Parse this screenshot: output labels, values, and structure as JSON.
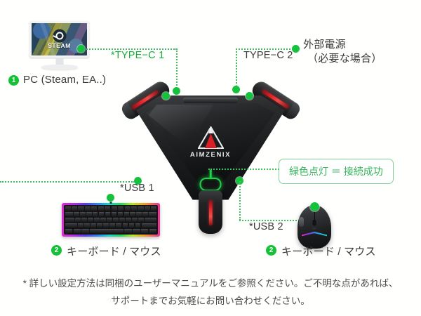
{
  "product": {
    "brand": "AIMZENIX",
    "led_indicator_name": "green-led"
  },
  "nodes": {
    "pc_label": "PC (Steam, EA..)",
    "pc_number": "1",
    "keyboard_left_label": "キーボード / マウス",
    "keyboard_left_number": "2",
    "keyboard_right_label": "キーボード / マウス",
    "keyboard_right_number": "2",
    "monitor_screen_text": "STEAM"
  },
  "ports": {
    "type_c_1": "*TYPE−C 1",
    "type_c_2": "TYPE−C 2",
    "usb_1": "*USB 1",
    "usb_2": "*USB 2",
    "external_power_line1": "外部電源",
    "external_power_line2": "（必要な場合）"
  },
  "status": {
    "led_badge": "緑色点灯 ＝ 接続成功"
  },
  "footer": {
    "line1": "* 詳しい設定方法は同梱のユーザーマニュアルをご参照ください。ご不明な点があれば、",
    "line2": "サポートまでお気軽にお問い合わせください。"
  },
  "colors": {
    "accent_green": "#16c23d",
    "badge_green": "#36b45c",
    "badge_border": "#7ed39a",
    "line_green": "#3fbf5f",
    "text_dark": "#3a3a3a",
    "device_red": "#e8232c",
    "background": "#fffffe"
  }
}
